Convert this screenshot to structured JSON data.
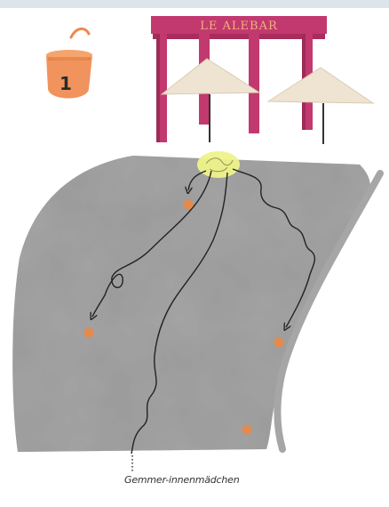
{
  "sign": {
    "text": "LE ALEBAR"
  },
  "cup": {
    "number": "1"
  },
  "caption": {
    "text": "Gemmer-innenmädchen"
  },
  "colors": {
    "sign_frame": "#c2396f",
    "umbrella": "#efe4d2",
    "road": "#9c9c9c",
    "curb": "#a8a8a8",
    "marker": "#e8894a",
    "highlight": "#eef28a",
    "cup": "#f0874a"
  },
  "icons": {
    "cup": "cup-icon",
    "umbrella": "umbrella-icon",
    "marker": "dot-marker-icon",
    "arrow": "arrow-icon"
  }
}
